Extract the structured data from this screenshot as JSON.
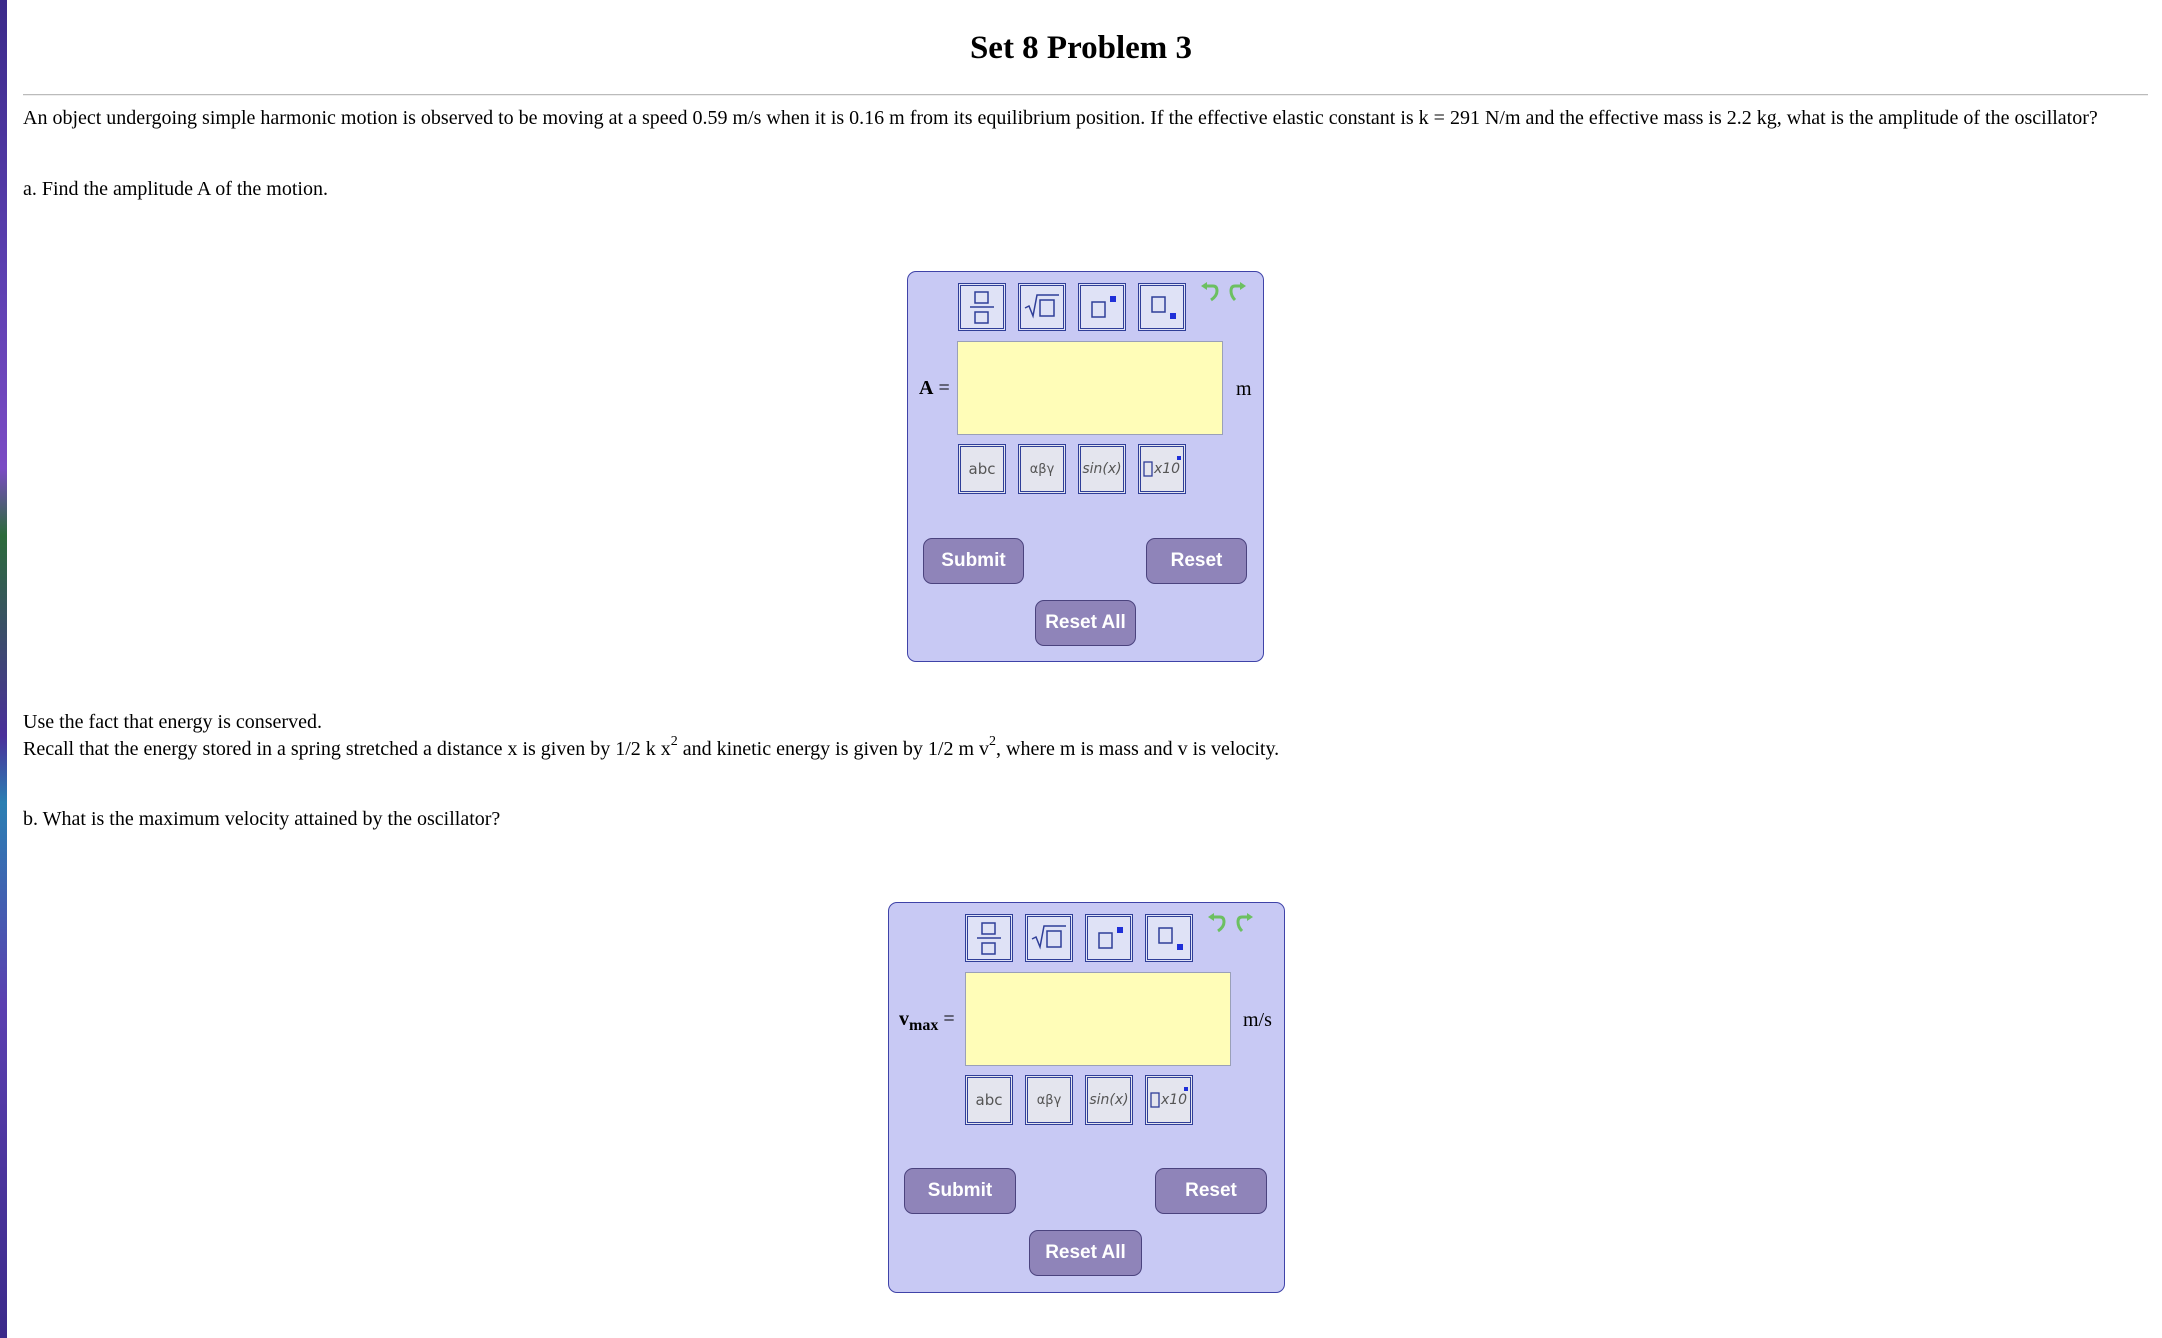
{
  "page": {
    "title": "Set 8 Problem 3",
    "question": "An object undergoing simple harmonic motion is observed to be moving at a speed 0.59 m/s when it is 0.16 m from its equilibrium position. If the effective elastic constant is k = 291 N/m and the effective mass is 2.2 kg, what is the amplitude of the oscillator?",
    "part_a": "a. Find the amplitude A of the motion.",
    "hint_1": "Use the fact that energy is conserved.",
    "hint_2_pre": "Recall that the energy stored in a spring stretched a distance x is given by 1/2 k x",
    "hint_2_mid": " and kinetic energy is given by 1/2 m v",
    "hint_2_post": ", where m is mass and v is velocity.",
    "sup_2": "2",
    "part_b": "b. What is the maximum velocity attained by the oscillator?"
  },
  "widget_a": {
    "label": "A",
    "equals": " =",
    "value": "",
    "unit": "m",
    "abc": "abc",
    "greek": "αβγ",
    "func": "sin(x)",
    "sci": "x10",
    "submit": "Submit",
    "reset": "Reset",
    "reset_all": "Reset All"
  },
  "widget_b": {
    "label": "v",
    "label_sub": "max",
    "equals": " =",
    "value": "",
    "unit": "m/s",
    "abc": "abc",
    "greek": "αβγ",
    "func": "sin(x)",
    "sci": "x10",
    "submit": "Submit",
    "reset": "Reset",
    "reset_all": "Reset All"
  },
  "colors": {
    "widget_bg": "#c8c9f4",
    "answer_bg": "#fffdb8",
    "button_bg": "#8f84b9",
    "icon_blue": "#1f2fd8",
    "undo_green": "#6cc061"
  }
}
